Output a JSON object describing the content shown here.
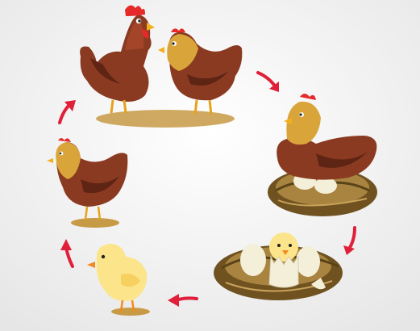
{
  "diagram": {
    "type": "cycle",
    "stages": [
      {
        "id": "adult-pair",
        "icon": "rooster-and-hen-illustration"
      },
      {
        "id": "hen-nesting",
        "icon": "hen-on-eggs-illustration"
      },
      {
        "id": "chick-hatching",
        "icon": "hatching-egg-illustration"
      },
      {
        "id": "chick",
        "icon": "chick-illustration"
      },
      {
        "id": "young-hen",
        "icon": "young-hen-illustration"
      }
    ],
    "arrows": [
      {
        "from": "adult-pair",
        "to": "hen-nesting"
      },
      {
        "from": "hen-nesting",
        "to": "chick-hatching"
      },
      {
        "from": "chick-hatching",
        "to": "chick"
      },
      {
        "from": "chick",
        "to": "young-hen"
      },
      {
        "from": "young-hen",
        "to": "adult-pair"
      }
    ]
  },
  "colors": {
    "background": "#f3f3f3",
    "arrow": "#e0203a",
    "chicken_body": "#8b3a22",
    "chicken_dark": "#5e2414",
    "chicken_neck": "#d9a53a",
    "comb": "#e62a2a",
    "beak": "#f2b01e",
    "ground": "#c79a45",
    "nest": "#8a6a2c",
    "egg": "#f4efd8",
    "chick": "#fbe48a"
  }
}
